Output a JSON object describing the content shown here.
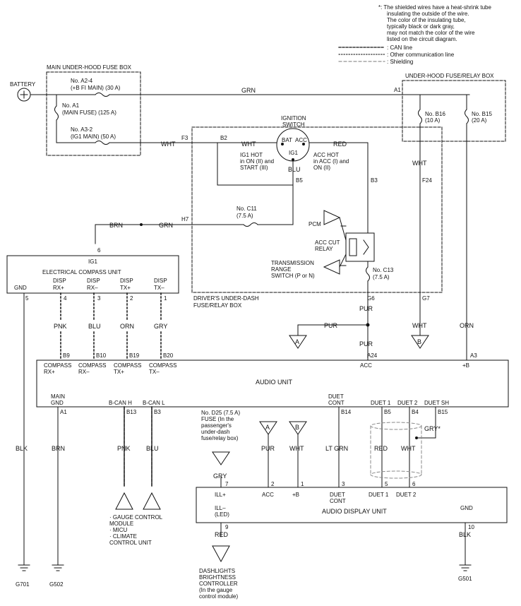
{
  "legend": {
    "note_lines": [
      "*: The shielded wires have a heat-shrink tube",
      "insulating the outside of the wire.",
      "The color of the insulating tube,",
      "typically black or dark gray,",
      "may not match the color of the wire",
      "listed on the circuit diagram."
    ],
    "can_line": ": CAN line",
    "other_line": ": Other communication line",
    "shielding": ": Shielding"
  },
  "boxes": {
    "main_fuse_box": "MAIN UNDER-HOOD FUSE BOX",
    "under_hood_relay": "UNDER-HOOD FUSE/RELAY BOX",
    "drivers_box_1": "DRIVER'S UNDER-DASH",
    "drivers_box_2": "FUSE/RELAY BOX",
    "compass_unit": "ELECTRICAL COMPASS UNIT",
    "audio_unit": "AUDIO UNIT",
    "audio_display_unit": "AUDIO DISPLAY UNIT"
  },
  "battery": "BATTERY",
  "fuses": {
    "a24_1": "No. A2-4",
    "a24_2": "(+B FI MAIN) (30 A)",
    "a1_1": "No. A1",
    "a1_2": "(MAIN FUSE) (125 A)",
    "a32_1": "No. A3-2",
    "a32_2": "(IG1 MAIN) (50 A)",
    "b16_1": "No. B16",
    "b16_2": "(10 A)",
    "b15_1": "No. B15",
    "b15_2": "(20 A)",
    "c11_1": "No. C11",
    "c11_2": "(7.5 A)",
    "c13_1": "No. C13",
    "c13_2": "(7.5 A)",
    "d25": [
      "No. D25 (7.5 A)",
      "FUSE (In the",
      "passenger's",
      "under-dash",
      "fuse/relay box)"
    ]
  },
  "ignition": {
    "title_1": "IGNITION",
    "title_2": "SWITCH",
    "bat": "BAT",
    "acc": "ACC",
    "ig1": "IG1",
    "ig1_hot": [
      "IG1 HOT",
      "in ON (II) and",
      "START (III)"
    ],
    "acc_hot": [
      "ACC HOT",
      "in ACC (I) and",
      "ON (II)"
    ]
  },
  "relay": {
    "pcm": "PCM",
    "acc_cut_1": "ACC CUT",
    "acc_cut_2": "RELAY",
    "trans": [
      "TRANSMISSION",
      "RANGE",
      "SWITCH (P or N)"
    ]
  },
  "wires": {
    "grn": "GRN",
    "wht": "WHT",
    "red": "RED",
    "blu": "BLU",
    "brn": "BRN",
    "pur": "PUR",
    "orn": "ORN",
    "pnk": "PNK",
    "gry": "GRY",
    "blk": "BLK",
    "lt_grn": "LT GRN",
    "gry_star": "GRY*"
  },
  "terminals": {
    "a1": "A1",
    "f3": "F3",
    "b2": "B2",
    "b5": "B5",
    "b3": "B3",
    "f24": "F24",
    "h7": "H7",
    "g6": "G6",
    "g7": "G7",
    "a24": "A24",
    "a3": "A3",
    "b9": "B9",
    "b10": "B10",
    "b19": "B19",
    "b20": "B20",
    "b13": "B13",
    "b3b": "B3",
    "b14": "B14",
    "b5b": "B5",
    "b4": "B4",
    "b15": "B15",
    "n6": "6",
    "n5": "5",
    "n4": "4",
    "n3": "3",
    "n2": "2",
    "n1": "1",
    "d7": "7",
    "d2": "2",
    "d1": "1",
    "d3": "3",
    "d5": "5",
    "d6": "6",
    "d9": "9",
    "d10": "10"
  },
  "compass": {
    "ig1": "IG1",
    "gnd": "GND",
    "disp_rxp": [
      "DISP",
      "RX+"
    ],
    "disp_rxm": [
      "DISP",
      "RX–"
    ],
    "disp_txp": [
      "DISP",
      "TX+"
    ],
    "disp_txm": [
      "DISP",
      "TX–"
    ]
  },
  "audio": {
    "c_rxp": [
      "COMPASS",
      "RX+"
    ],
    "c_rxm": [
      "COMPASS",
      "RX–"
    ],
    "c_txp": [
      "COMPASS",
      "TX+"
    ],
    "c_txm": [
      "COMPASS",
      "TX–"
    ],
    "acc": "ACC",
    "plus_b": "+B",
    "main_gnd": [
      "MAIN",
      "GND"
    ],
    "bcan_h": "B-CAN H",
    "bcan_l": "B-CAN L",
    "duet_cont": [
      "DUET",
      "CONT"
    ],
    "duet1": "DUET 1",
    "duet2": "DUET 2",
    "duet_sh": "DUET SH"
  },
  "display": {
    "ill_plus": "ILL+",
    "acc": "ACC",
    "plus_b": "+B",
    "duet_cont": [
      "DUET",
      "CONT"
    ],
    "duet1": "DUET 1",
    "duet2": "DUET 2",
    "gnd": "GND",
    "ill_minus": [
      "ILL–",
      "(LED)"
    ]
  },
  "connectors": {
    "a": "A",
    "b": "B"
  },
  "grounds": {
    "g701": "G701",
    "g502": "G502",
    "g501": "G501"
  },
  "gauge_list": [
    "· GAUGE CONTROL",
    "  MODULE",
    "· MICU",
    "· CLIMATE",
    "  CONTROL UNIT"
  ],
  "dimmer": [
    "DASHLIGHTS",
    "BRIGHTNESS",
    "CONTROLLER",
    "(In the gauge",
    "control module)"
  ]
}
